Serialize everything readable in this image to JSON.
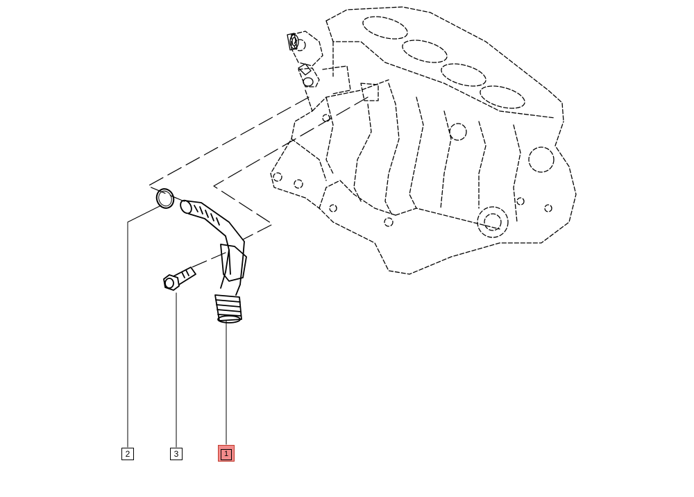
{
  "callouts": [
    {
      "id": "2",
      "label": "2",
      "highlighted": false
    },
    {
      "id": "3",
      "label": "3",
      "highlighted": false
    },
    {
      "id": "1",
      "label": "1",
      "highlighted": true
    }
  ],
  "colors": {
    "line": "#000000",
    "highlight": "#f28b8b",
    "background": "#ffffff"
  },
  "parts": {
    "engine_block": "engine-block-outline",
    "oil_dipstick_tube": "dipstick-tube",
    "o_ring": "o-ring-seal",
    "bolt": "flange-bolt"
  }
}
